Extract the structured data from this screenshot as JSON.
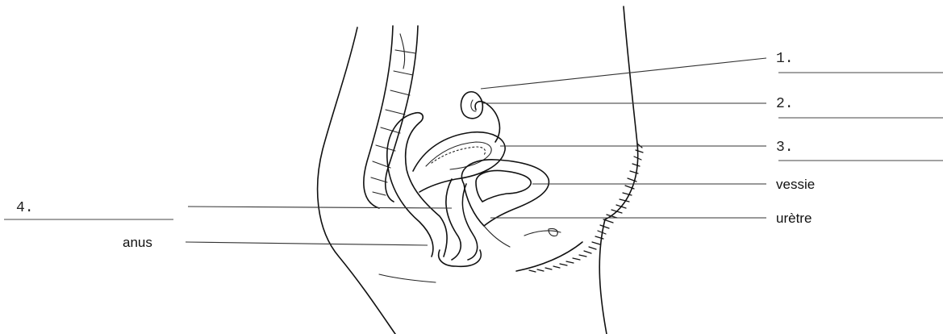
{
  "labels": {
    "l1": "1.",
    "l2": "2.",
    "l3": "3.",
    "l4": "4.",
    "vessie": "vessie",
    "uretre": "urètre",
    "anus": "anus"
  }
}
